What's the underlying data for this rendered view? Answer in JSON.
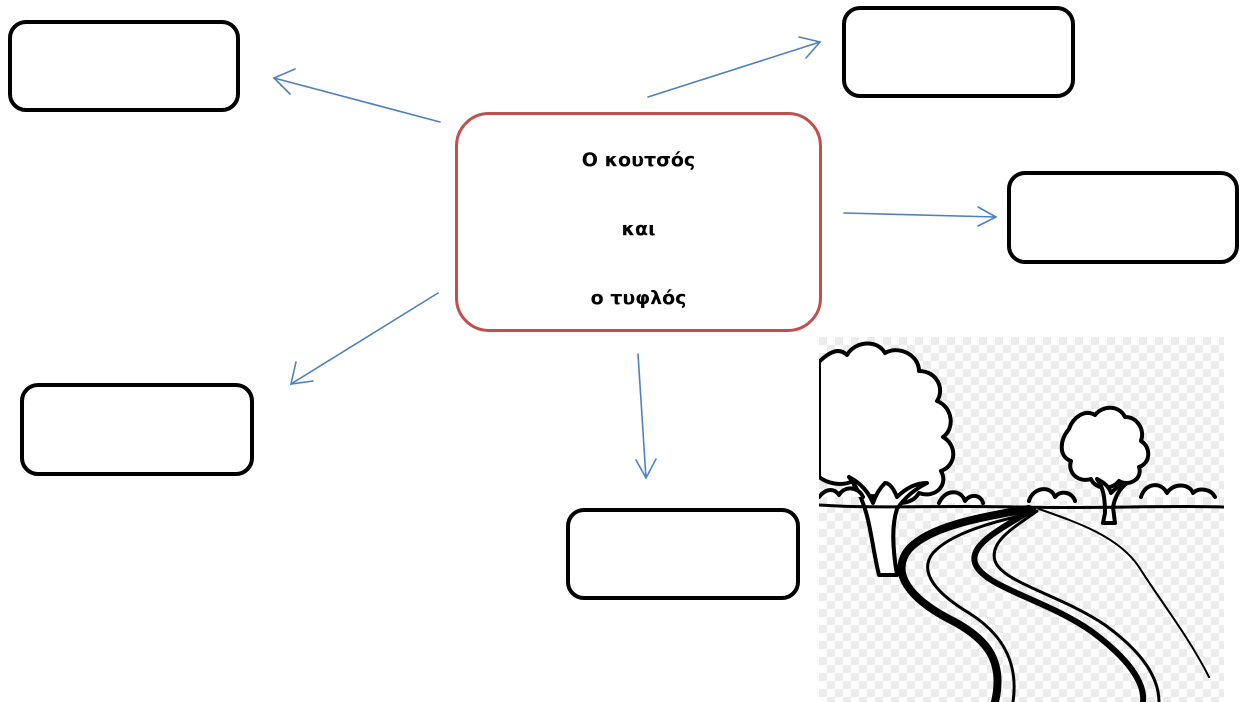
{
  "center": {
    "lines": [
      "Ο κουτσός",
      "και",
      "ο τυφλός"
    ]
  },
  "colors": {
    "center_border": "#c0504d",
    "arrow": "#4f81bd",
    "box_border": "#000000"
  },
  "boxes": [
    {
      "name": "answer-box-top-left",
      "text": ""
    },
    {
      "name": "answer-box-top-right",
      "text": ""
    },
    {
      "name": "answer-box-right",
      "text": ""
    },
    {
      "name": "answer-box-bottom-left",
      "text": ""
    },
    {
      "name": "answer-box-bottom",
      "text": ""
    }
  ],
  "image": {
    "icon": "park-path-trees-illustration"
  }
}
